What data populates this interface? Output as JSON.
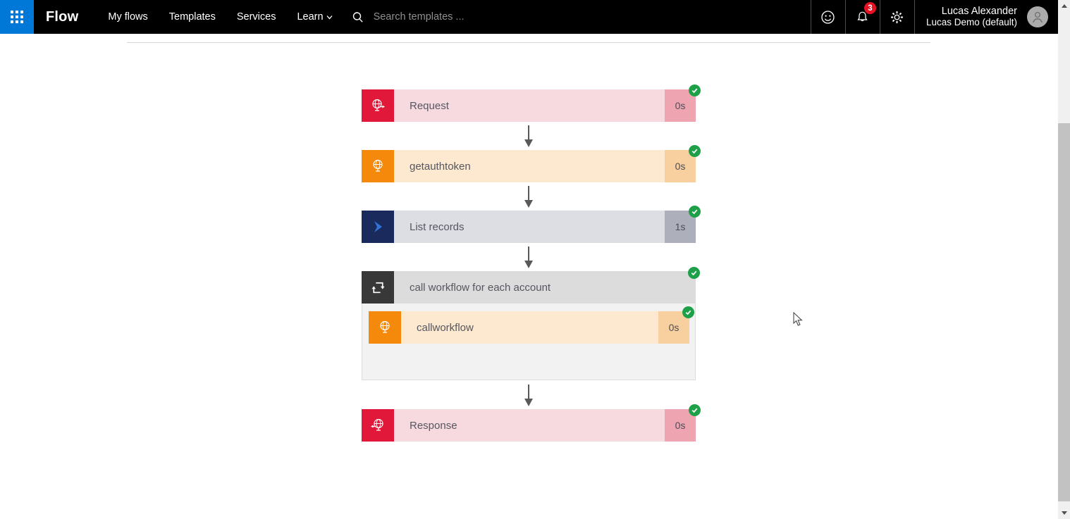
{
  "header": {
    "brand": "Flow",
    "nav": [
      {
        "label": "My flows"
      },
      {
        "label": "Templates"
      },
      {
        "label": "Services"
      },
      {
        "label": "Learn",
        "has_dropdown": true
      }
    ],
    "search": {
      "placeholder": "Search templates ..."
    },
    "notifications_count": "3",
    "user": {
      "name": "Lucas Alexander",
      "org": "Lucas Demo (default)"
    },
    "icons": [
      "app-launcher-icon",
      "search-icon",
      "smiley-icon",
      "bell-icon",
      "gear-icon",
      "avatar"
    ]
  },
  "colors": {
    "topbar_bg": "#000000",
    "app_launcher_bg": "#0078D7",
    "badge_red": "#E81123",
    "success_green": "#1EA049",
    "request_icon": "#E11839",
    "request_body": "#F7DAE0",
    "request_duration": "#EFA5B1",
    "http_icon": "#F5890B",
    "http_body": "#FCE9CF",
    "http_duration": "#F8CF9E",
    "d365_icon": "#1B2A5C",
    "d365_body": "#DCDEE4",
    "d365_duration": "#ADB0BB",
    "scope_icon": "#383838",
    "scope_header": "#DCDCDC",
    "scope_body": "#F2F2F2",
    "arrow_gray": "#595959"
  },
  "flow": {
    "steps": [
      {
        "name": "Request",
        "duration": "0s",
        "type": "request",
        "icon": "http-request-icon",
        "status": "succeeded"
      },
      {
        "name": "getauthtoken",
        "duration": "0s",
        "type": "http",
        "icon": "http-icon",
        "status": "succeeded"
      },
      {
        "name": "List records",
        "duration": "1s",
        "type": "dynamics365",
        "icon": "dynamics365-icon",
        "status": "succeeded"
      },
      {
        "name": "call workflow for each account",
        "type": "foreach-scope",
        "icon": "loop-icon",
        "status": "succeeded",
        "children": [
          {
            "name": "callworkflow",
            "duration": "0s",
            "type": "http",
            "icon": "http-icon",
            "status": "succeeded"
          }
        ]
      },
      {
        "name": "Response",
        "duration": "0s",
        "type": "response",
        "icon": "http-response-icon",
        "status": "succeeded"
      }
    ]
  }
}
